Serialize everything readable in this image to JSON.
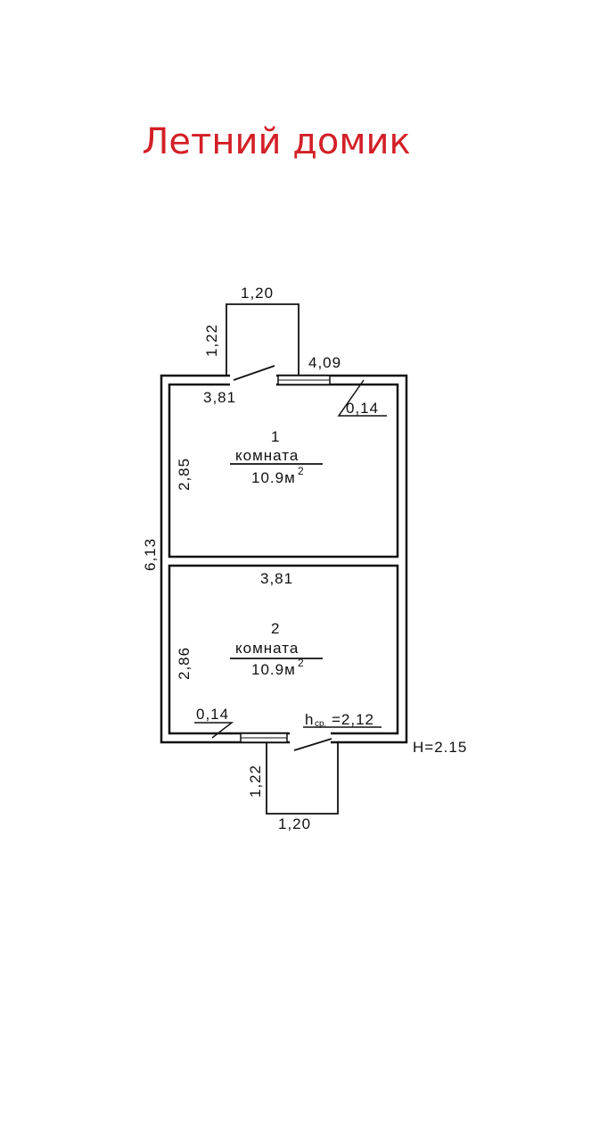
{
  "title": "Летний домик",
  "porch_top": {
    "width": "1,20",
    "depth": "1,22"
  },
  "porch_bottom": {
    "width": "1,20",
    "depth": "1,22"
  },
  "outer": {
    "length": "6,13",
    "width": "4,09",
    "height_label": "H=2.15"
  },
  "room1": {
    "number": "1",
    "name": "комната",
    "area": "10.9м",
    "area_sup": "2",
    "width": "3,81",
    "length": "2,85",
    "wall": "0,14"
  },
  "room2": {
    "number": "2",
    "name": "комната",
    "area": "10.9м",
    "area_sup": "2",
    "width": "3,81",
    "length": "2,86",
    "wall": "0,14",
    "avg_height_prefix": "h",
    "avg_height_sub": "ср.",
    "avg_height_value": "=2,12"
  },
  "colors": {
    "title": "#d32027",
    "lines": "#111111"
  }
}
